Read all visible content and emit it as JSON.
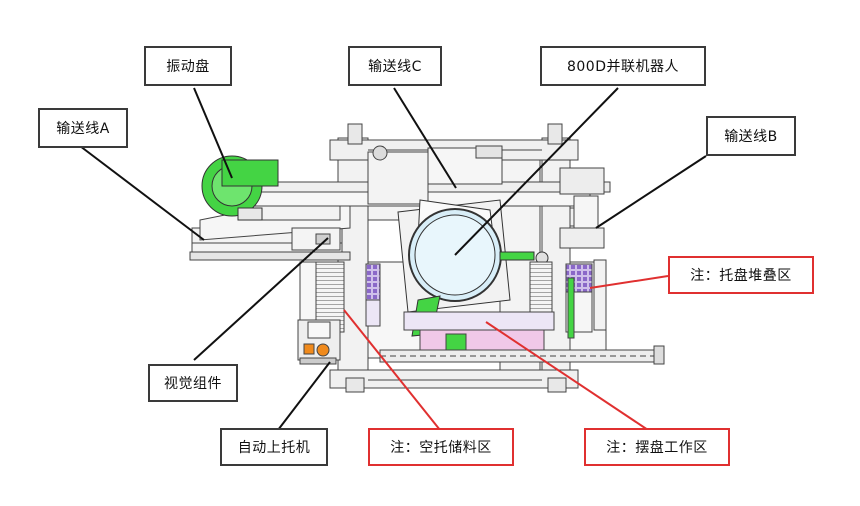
{
  "labels": {
    "vibration_plate": "振动盘",
    "conveyor_c": "输送线C",
    "robot": "800D并联机器人",
    "conveyor_a": "输送线A",
    "conveyor_b": "输送线B",
    "tray_stack_note": "注：托盘堆叠区",
    "vision_assembly": "视觉组件",
    "auto_tray_loader": "自动上托机",
    "empty_tray_storage_note": "注：空托储料区",
    "tray_work_area_note": "注：摆盘工作区"
  },
  "colors": {
    "label_border": "#3a3a3a",
    "note_border": "#e03030",
    "leader_line": "#111111",
    "note_leader_line": "#e03030",
    "vibration_plate_green": "#44d444",
    "robot_disc_blue": "#d8eef8",
    "tray_purple": "#9a7ad0",
    "pink_work_area": "#f0c8e8"
  }
}
